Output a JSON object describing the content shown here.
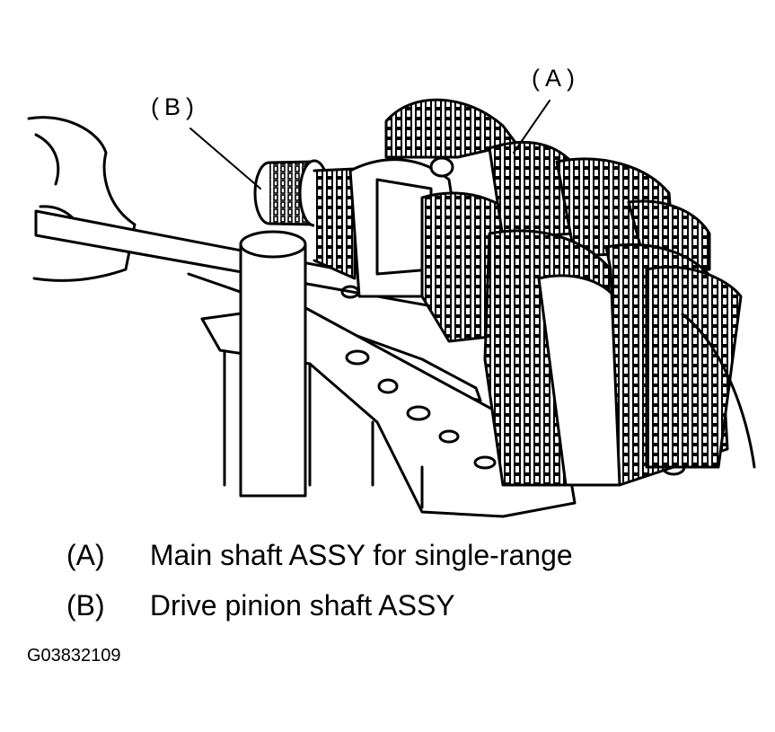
{
  "callouts": {
    "a": "(A)",
    "b": "(B)"
  },
  "legend": [
    {
      "key": "(A)",
      "text": "Main shaft ASSY for single-range"
    },
    {
      "key": "(B)",
      "text": "Drive pinion shaft ASSY"
    }
  ],
  "figure_id": "G03832109"
}
